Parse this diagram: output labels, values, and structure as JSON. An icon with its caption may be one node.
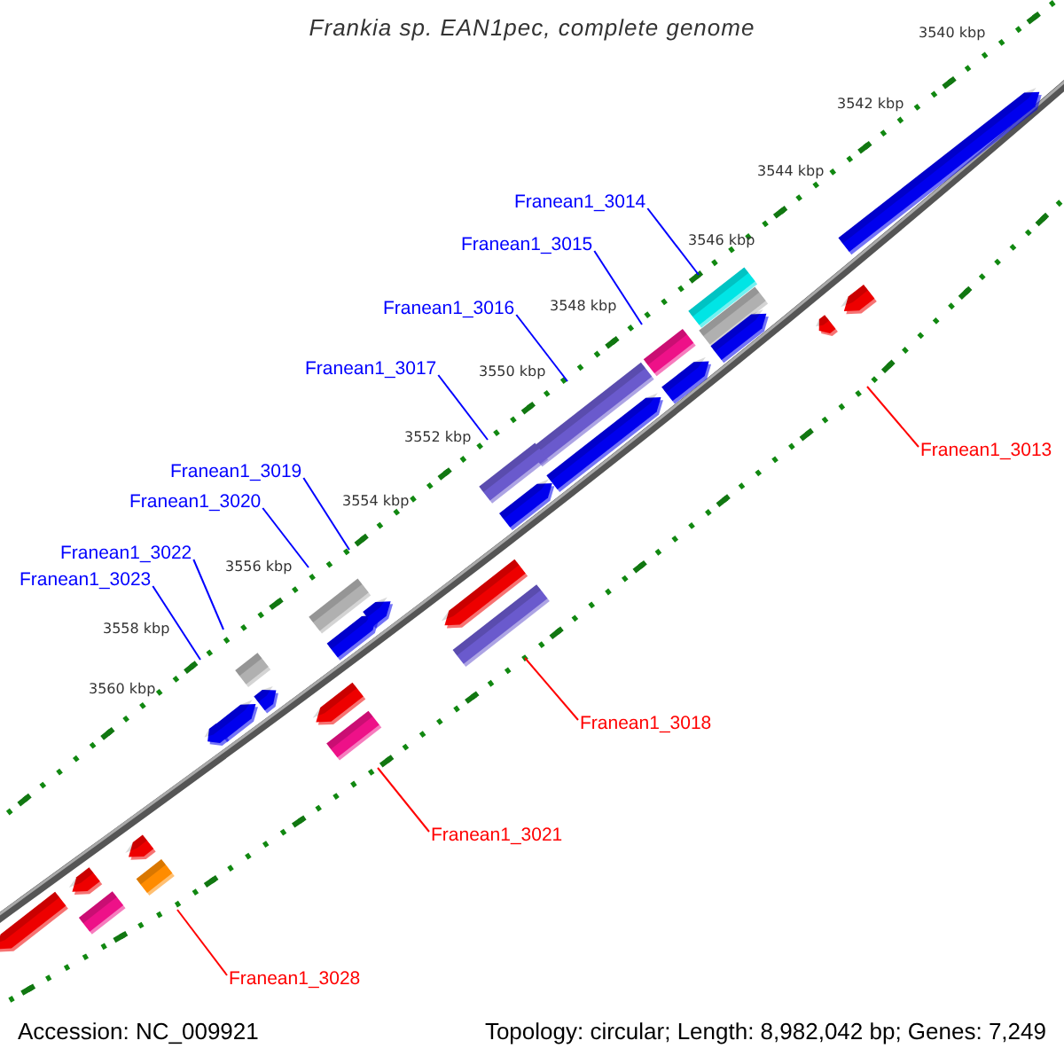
{
  "diagram": {
    "title": "Frankia sp. EAN1pec, complete genome",
    "nodes": [
      {
        "text": [
          "Franean1_3014"
        ]
      },
      {
        "text": [
          "Franean1_3015"
        ]
      },
      {
        "text": [
          "Franean1_3016"
        ]
      },
      {
        "text": [
          "Franean1_3017"
        ]
      },
      {
        "text": [
          "Franean1_3019"
        ]
      },
      {
        "text": [
          "Franean1_3020"
        ]
      },
      {
        "text": [
          "Franean1_3022"
        ]
      },
      {
        "text": [
          "Franean1_3023"
        ]
      },
      {
        "text": [
          "Franean1_3013"
        ]
      },
      {
        "text": [
          "Franean1_3018"
        ]
      },
      {
        "text": [
          "Franean1_3021"
        ]
      },
      {
        "text": [
          "Franean1_3028"
        ]
      }
    ],
    "edges": [
      {
        "from": 0,
        "to": null,
        "arrow": "none"
      },
      {
        "from": 1,
        "to": null,
        "arrow": "none"
      },
      {
        "from": 2,
        "to": null,
        "arrow": "none"
      },
      {
        "from": 3,
        "to": null,
        "arrow": "none"
      },
      {
        "from": 4,
        "to": null,
        "arrow": "none"
      },
      {
        "from": 5,
        "to": null,
        "arrow": "none"
      },
      {
        "from": 6,
        "to": null,
        "arrow": "none"
      },
      {
        "from": 7,
        "to": null,
        "arrow": "none"
      },
      {
        "from": 8,
        "to": null,
        "arrow": "none",
        "color": "#ff0000"
      },
      {
        "from": 9,
        "to": null,
        "arrow": "none",
        "color": "#ff0000"
      },
      {
        "from": 10,
        "to": null,
        "arrow": "none",
        "color": "#ff0000"
      },
      {
        "from": 11,
        "to": null,
        "arrow": "none",
        "color": "#ff0000"
      }
    ],
    "labels": [
      "3540 kbp",
      "3542 kbp",
      "3544 kbp",
      "3546 kbp",
      "3548 kbp",
      "3550 kbp",
      "3552 kbp",
      "3554 kbp",
      "3556 kbp",
      "3558 kbp",
      "3560 kbp",
      "Accession: NC_009921",
      "Topology: circular; Length: 8,982,042 bp; Genes: 7,249"
    ]
  }
}
